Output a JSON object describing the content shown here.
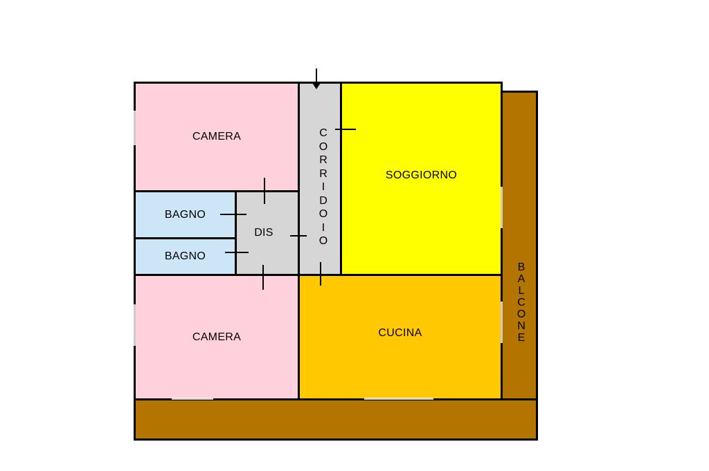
{
  "colors": {
    "bedroom": "#ffd1dc",
    "bathroom": "#cce5f7",
    "hallway": "#d6d6d6",
    "living": "#ffff00",
    "kitchen": "#ffc800",
    "balcony": "#b37400",
    "wall": "#000000"
  },
  "rooms": {
    "camera_top": "CAMERA",
    "camera_bottom": "CAMERA",
    "bagno_top": "BAGNO",
    "bagno_bottom": "BAGNO",
    "dis": "DIS",
    "corridoio": "CORRIDOIO",
    "soggiorno": "SOGGIORNO",
    "cucina": "CUCINA",
    "balcone": "BALCONE"
  },
  "icons": {
    "entrance": "arrow-down-icon"
  }
}
